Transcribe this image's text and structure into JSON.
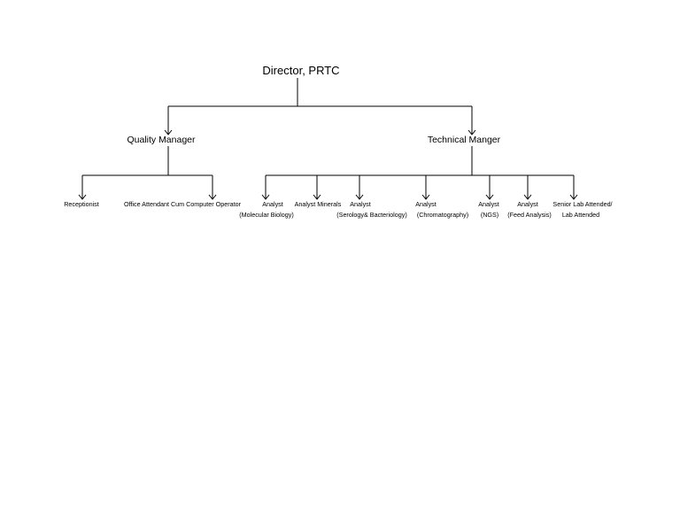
{
  "root": {
    "label": "Director, PRTC"
  },
  "managers": [
    {
      "id": "qm",
      "label": "Quality Manager"
    },
    {
      "id": "tm",
      "label": "Technical Manger"
    }
  ],
  "quality_staff": [
    {
      "lines": [
        "Receptionist"
      ]
    },
    {
      "lines": [
        "Office Attendant Cum Computer Operator"
      ]
    }
  ],
  "technical_staff": [
    {
      "lines": [
        "Analyst",
        "(Molecular Biology)"
      ]
    },
    {
      "lines": [
        "Analyst Minerals"
      ]
    },
    {
      "lines": [
        "Analyst",
        "(Serology& Bacteriology)"
      ]
    },
    {
      "lines": [
        "Analyst",
        "(Chromatography)"
      ]
    },
    {
      "lines": [
        "Analyst",
        "(NGS)"
      ]
    },
    {
      "lines": [
        "Analyst",
        "(Feed Analysis)"
      ]
    },
    {
      "lines": [
        "Senior Lab Attended/",
        "Lab Attended"
      ]
    }
  ]
}
